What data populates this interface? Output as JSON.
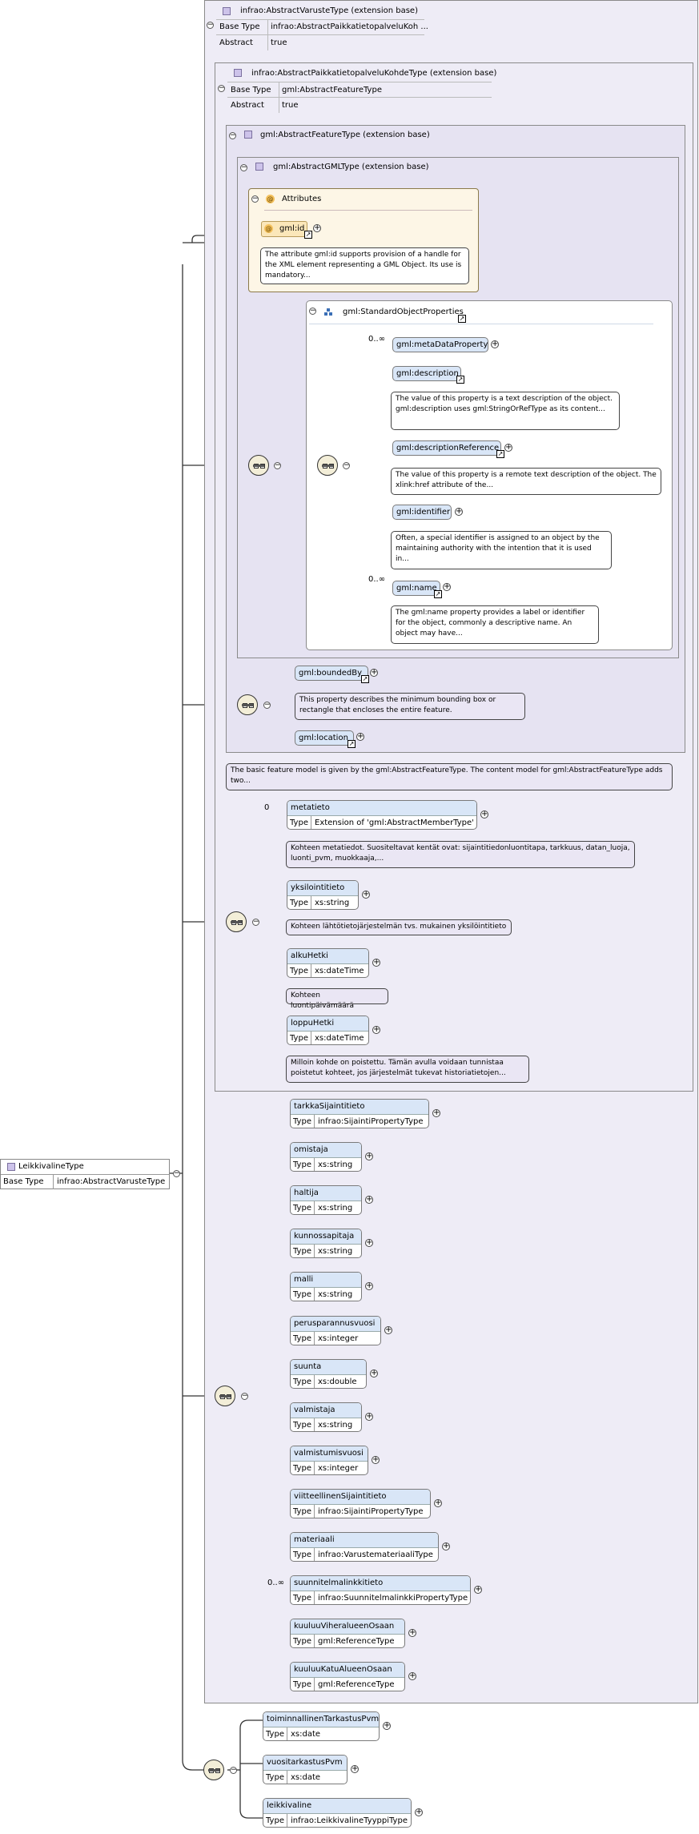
{
  "root": {
    "name": "LeikkivalineType",
    "base_label": "Base Type",
    "base_value": "infrao:AbstractVarusteType"
  },
  "varuste": {
    "title": "infrao:AbstractVarusteType (extension base)",
    "rows": [
      {
        "k": "Base Type",
        "v": "infrao:AbstractPaikkatietopalveluKoh ..."
      },
      {
        "k": "Abstract",
        "v": "true"
      }
    ]
  },
  "kohde": {
    "title": "infrao:AbstractPaikkatietopalveluKohdeType (extension base)",
    "rows": [
      {
        "k": "Base Type",
        "v": "gml:AbstractFeatureType"
      },
      {
        "k": "Abstract",
        "v": "true"
      }
    ]
  },
  "feature": {
    "title": "gml:AbstractFeatureType (extension base)",
    "doc": "The basic feature model is given by the gml:AbstractFeatureType. The content model for gml:AbstractFeatureType adds two..."
  },
  "gmltype": {
    "title": "gml:AbstractGMLType (extension base)"
  },
  "attributes": {
    "title": "Attributes",
    "id_name": "gml:id",
    "id_doc": "The attribute gml:id supports provision of a handle for the XML element representing a GML Object. Its use is mandatory..."
  },
  "standard": {
    "title": "gml:StandardObjectProperties",
    "items": [
      {
        "name": "gml:metaDataProperty",
        "occ": "0..∞",
        "doc": ""
      },
      {
        "name": "gml:description",
        "occ": "",
        "doc": "The value of this property is a text description of the object. gml:description uses gml:StringOrRefType as its content..."
      },
      {
        "name": "gml:descriptionReference",
        "occ": "",
        "doc": "The value of this property is a remote text description of the object. The xlink:href attribute of the..."
      },
      {
        "name": "gml:identifier",
        "occ": "",
        "doc": "Often, a special identifier is assigned to an object by the maintaining authority with the intention that it is used in..."
      },
      {
        "name": "gml:name",
        "occ": "0..∞",
        "doc": "The gml:name property provides a label or identifier for the object, commonly a descriptive name. An object may have..."
      }
    ]
  },
  "bounded": {
    "name": "gml:boundedBy",
    "doc": "This property describes the minimum bounding box or rectangle that encloses the entire feature.",
    "location": "gml:location"
  },
  "kohdeseq": [
    {
      "name": "metatieto",
      "type_label": "Type",
      "type": "Extension of 'gml:AbstractMemberType'",
      "occ": "0",
      "doc": "Kohteen metatiedot. Suositeltavat kentät ovat: sijaintitiedonluontitapa, tarkkuus, datan_luoja, luonti_pvm, muokkaaja,..."
    },
    {
      "name": "yksilointitieto",
      "type_label": "Type",
      "type": "xs:string",
      "occ": "",
      "doc": "Kohteen lähtötietojärjestelmän tvs. mukainen yksilöintitieto"
    },
    {
      "name": "alkuHetki",
      "type_label": "Type",
      "type": "xs:dateTime",
      "occ": "",
      "doc": "Kohteen luontipäivämäärä"
    },
    {
      "name": "loppuHetki",
      "type_label": "Type",
      "type": "xs:dateTime",
      "occ": "",
      "doc": "Milloin kohde on poistettu. Tämän avulla voidaan tunnistaa poistetut kohteet, jos järjestelmät tukevat historiatietojen..."
    }
  ],
  "varusteseq": [
    {
      "name": "tarkkaSijaintitieto",
      "type": "infrao:SijaintiPropertyType",
      "occ": ""
    },
    {
      "name": "omistaja",
      "type": "xs:string",
      "occ": ""
    },
    {
      "name": "haltija",
      "type": "xs:string",
      "occ": ""
    },
    {
      "name": "kunnossapitaja",
      "type": "xs:string",
      "occ": ""
    },
    {
      "name": "malli",
      "type": "xs:string",
      "occ": ""
    },
    {
      "name": "perusparannusvuosi",
      "type": "xs:integer",
      "occ": ""
    },
    {
      "name": "suunta",
      "type": "xs:double",
      "occ": ""
    },
    {
      "name": "valmistaja",
      "type": "xs:string",
      "occ": ""
    },
    {
      "name": "valmistumisvuosi",
      "type": "xs:integer",
      "occ": ""
    },
    {
      "name": "viitteellinenSijaintitieto",
      "type": "infrao:SijaintiPropertyType",
      "occ": ""
    },
    {
      "name": "materiaali",
      "type": "infrao:VarustemateriaaliType",
      "occ": ""
    },
    {
      "name": "suunnitelmalinkkitieto",
      "type": "infrao:SuunnitelmalinkkiPropertyType",
      "occ": "0..∞"
    },
    {
      "name": "kuuluuViheralueenOsaan",
      "type": "gml:ReferenceType",
      "occ": ""
    },
    {
      "name": "kuuluuKatuAlueenOsaan",
      "type": "gml:ReferenceType",
      "occ": ""
    }
  ],
  "ownseq": [
    {
      "name": "toiminnallinenTarkastusPvm",
      "type": "xs:date"
    },
    {
      "name": "vuositarkastusPvm",
      "type": "xs:date"
    },
    {
      "name": "leikkivaline",
      "type": "infrao:LeikkivalineTyyppiType"
    }
  ],
  "type_label": "Type"
}
